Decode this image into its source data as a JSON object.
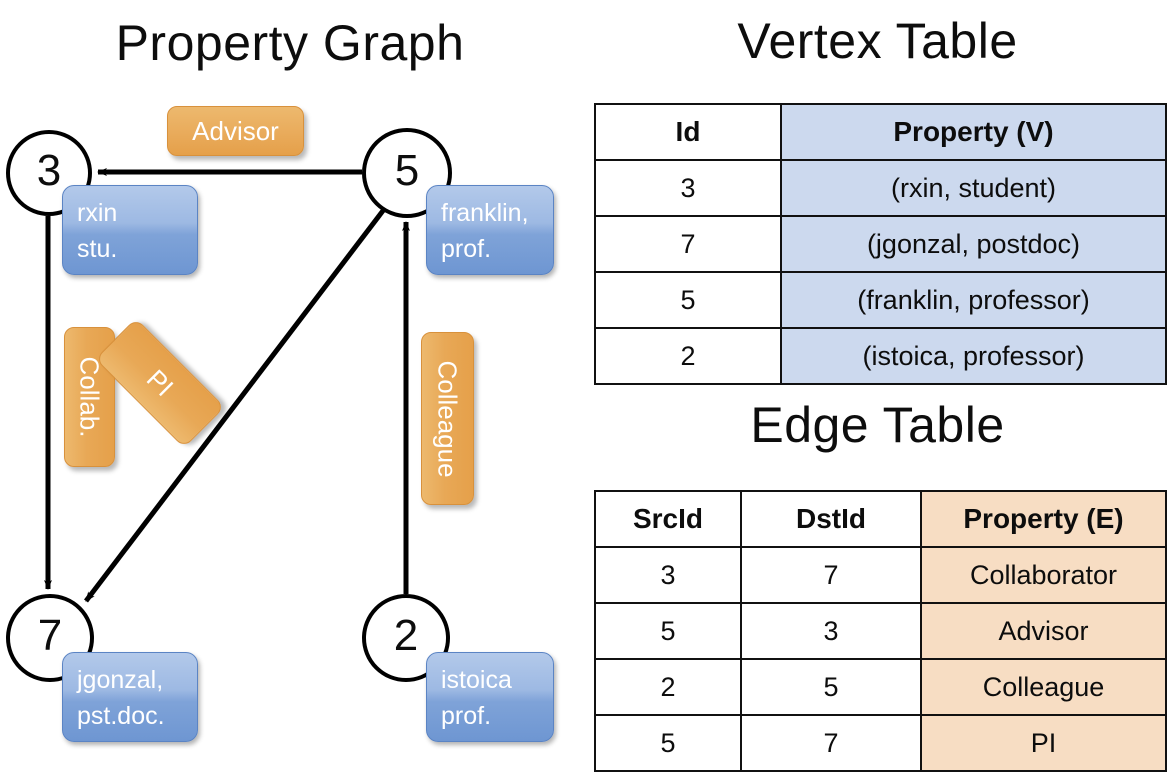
{
  "titles": {
    "property_graph": "Property Graph",
    "vertex_table": "Vertex Table",
    "edge_table": "Edge Table"
  },
  "graph": {
    "nodes": [
      {
        "id": "3",
        "property": "rxin\nstu."
      },
      {
        "id": "5",
        "property": "franklin,\nprof."
      },
      {
        "id": "7",
        "property": "jgonzal,\npst.doc."
      },
      {
        "id": "2",
        "property": "istoica\nprof."
      }
    ],
    "edge_labels": {
      "advisor": "Advisor",
      "collab": "Collab.",
      "pi": "PI",
      "colleague": "Colleague"
    }
  },
  "vertex_table": {
    "headers": [
      "Id",
      "Property (V)"
    ],
    "rows": [
      {
        "id": "3",
        "property": "(rxin, student)"
      },
      {
        "id": "7",
        "property": "(jgonzal, postdoc)"
      },
      {
        "id": "5",
        "property": "(franklin, professor)"
      },
      {
        "id": "2",
        "property": "(istoica, professor)"
      }
    ]
  },
  "edge_table": {
    "headers": [
      "SrcId",
      "DstId",
      "Property (E)"
    ],
    "rows": [
      {
        "src": "3",
        "dst": "7",
        "property": "Collaborator"
      },
      {
        "src": "5",
        "dst": "3",
        "property": "Advisor"
      },
      {
        "src": "2",
        "dst": "5",
        "property": "Colleague"
      },
      {
        "src": "5",
        "dst": "7",
        "property": "PI"
      }
    ]
  },
  "colors": {
    "vertex_property_fill": "#ccd9ee",
    "edge_property_fill": "#f7ddc3",
    "node_box_blue": "#7fa3d8",
    "edge_label_orange": "#e8a856",
    "stroke": "#000000"
  }
}
